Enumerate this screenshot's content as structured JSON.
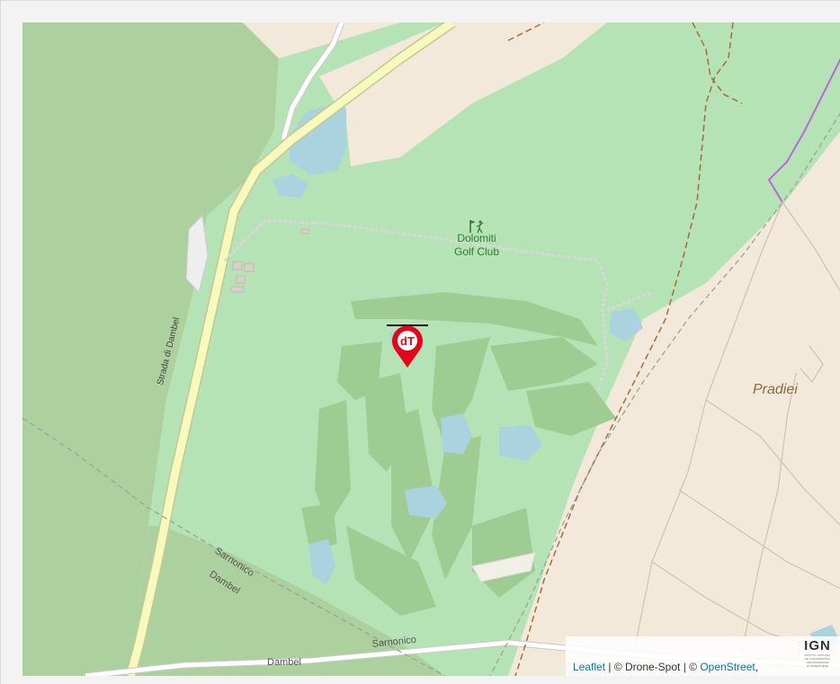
{
  "map": {
    "poi": {
      "name_line1": "Dolomiti",
      "name_line2": "Golf Club",
      "icon": "golf-icon"
    },
    "place_label": "Pradiei",
    "roads": {
      "strada_di_dambel": "Strada di Dambel",
      "sarnonico_dambel_1": "Sarnonico",
      "sarnonico_dambel_2": "Dambel",
      "sarnonico_bottom": "Sarnonico",
      "dambel_bottom": "Dambel"
    },
    "marker": {
      "logo_text": "dT",
      "color": "#e3051b"
    }
  },
  "attribution": {
    "leaflet_link": "Leaflet",
    "separator1": " | © Drone-Spot | © ",
    "osm_link": "OpenStreet",
    "trailing": ",",
    "ign_logo": "IGN",
    "ign_small_lines": [
      "INSTITUT NATIONAL",
      "DE L'INFORMATION",
      "GÉOGRAPHIQUE",
      "ET FORESTIÈRE"
    ]
  },
  "colors": {
    "forest": "#add19e",
    "golf": "#b5e3b5",
    "farmland": "#f2e9da",
    "water": "#aad3df",
    "road": "#f7fabf",
    "track": "#a86c38"
  }
}
